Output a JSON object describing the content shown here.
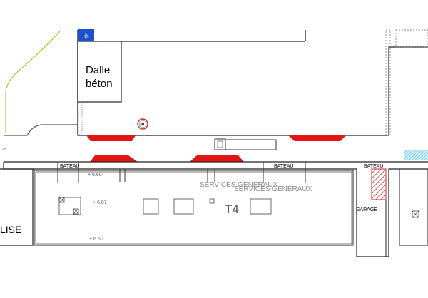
{
  "labels": {
    "dalle_line1": "Dalle",
    "dalle_line2": "béton",
    "speed_limit": "30",
    "bateau_1": "BATEAU",
    "bateau_2": "BATEAU",
    "bateau_3": "BATEAU",
    "services_1": "SERVICES  GENERAUX",
    "services_2": "SERVICES  GENERAUX",
    "building": "T4",
    "lise": "LISE",
    "garage": "GARAGE",
    "elev_1": "+ 6.60",
    "elev_2": "+ 6.87",
    "elev_3": "+ 6.60"
  },
  "colors": {
    "red_zone": "#e01616",
    "hatch": "#d64a4a",
    "hatch_cyan": "#8fd3e0",
    "grass_line": "#b8b400",
    "parking_blue": "#1f4fd1"
  },
  "icons": {
    "parking": "accessible-parking-icon",
    "speed": "speed-limit-sign-icon",
    "truck": "truck-icon"
  }
}
